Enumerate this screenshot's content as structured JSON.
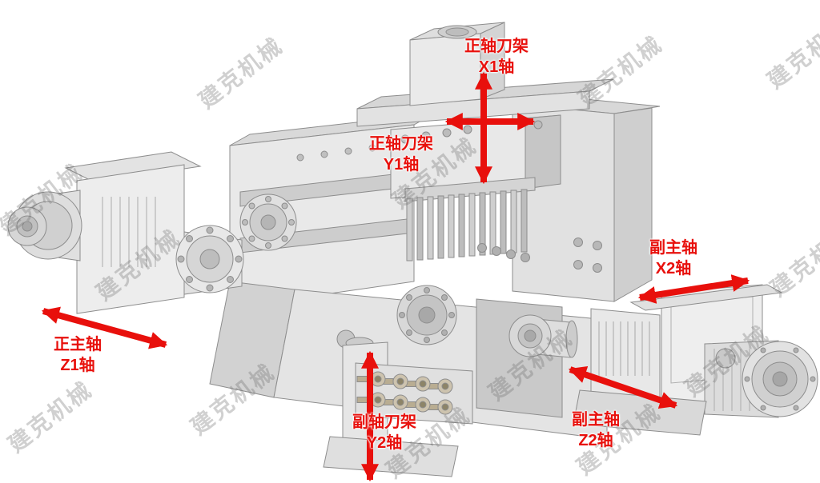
{
  "watermark": {
    "text": "建克机械"
  },
  "colors": {
    "annotation_red": "#e8100c",
    "watermark_gray": "rgba(110,110,110,0.32)"
  },
  "annotations": {
    "x1": {
      "line1": "正轴刀架",
      "line2": "X1轴"
    },
    "y1": {
      "line1": "正轴刀架",
      "line2": "Y1轴"
    },
    "z1": {
      "line1": "正主轴",
      "line2": "Z1轴"
    },
    "x2": {
      "line1": "副主轴",
      "line2": "X2轴"
    },
    "z2": {
      "line1": "副主轴",
      "line2": "Z2轴"
    },
    "y2": {
      "line1": "副轴刀架",
      "line2": "Y2轴"
    }
  }
}
